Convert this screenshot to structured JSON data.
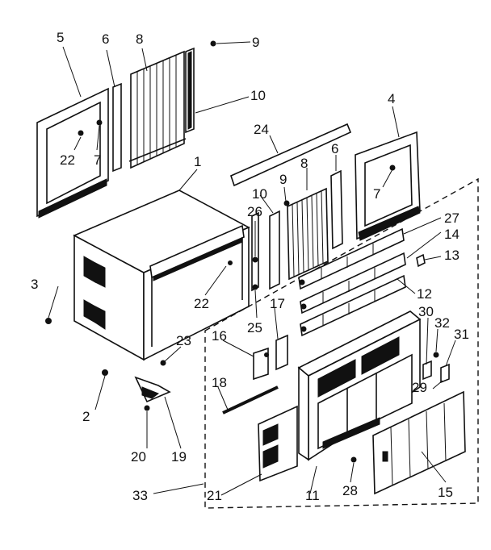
{
  "callouts": [
    {
      "id": "c5",
      "text": "5"
    },
    {
      "id": "c6a",
      "text": "6"
    },
    {
      "id": "c8a",
      "text": "8"
    },
    {
      "id": "c9a",
      "text": "9"
    },
    {
      "id": "c10a",
      "text": "10"
    },
    {
      "id": "c22a",
      "text": "22"
    },
    {
      "id": "c7a",
      "text": "7"
    },
    {
      "id": "c1",
      "text": "1"
    },
    {
      "id": "c24",
      "text": "24"
    },
    {
      "id": "c4",
      "text": "4"
    },
    {
      "id": "c6b",
      "text": "6"
    },
    {
      "id": "c8b",
      "text": "8"
    },
    {
      "id": "c9b",
      "text": "9"
    },
    {
      "id": "c10b",
      "text": "10"
    },
    {
      "id": "c7b",
      "text": "7"
    },
    {
      "id": "c26",
      "text": "26"
    },
    {
      "id": "c27",
      "text": "27"
    },
    {
      "id": "c14",
      "text": "14"
    },
    {
      "id": "c13",
      "text": "13"
    },
    {
      "id": "c3",
      "text": "3"
    },
    {
      "id": "c22b",
      "text": "22"
    },
    {
      "id": "c17",
      "text": "17"
    },
    {
      "id": "c12",
      "text": "12"
    },
    {
      "id": "c25",
      "text": "25"
    },
    {
      "id": "c30",
      "text": "30"
    },
    {
      "id": "c32",
      "text": "32"
    },
    {
      "id": "c31",
      "text": "31"
    },
    {
      "id": "c23",
      "text": "23"
    },
    {
      "id": "c16",
      "text": "16"
    },
    {
      "id": "c18",
      "text": "18"
    },
    {
      "id": "c29",
      "text": "29"
    },
    {
      "id": "c2",
      "text": "2"
    },
    {
      "id": "c20",
      "text": "20"
    },
    {
      "id": "c19",
      "text": "19"
    },
    {
      "id": "c21",
      "text": "21"
    },
    {
      "id": "c33",
      "text": "33"
    },
    {
      "id": "c11",
      "text": "11"
    },
    {
      "id": "c28",
      "text": "28"
    },
    {
      "id": "c15",
      "text": "15"
    }
  ]
}
